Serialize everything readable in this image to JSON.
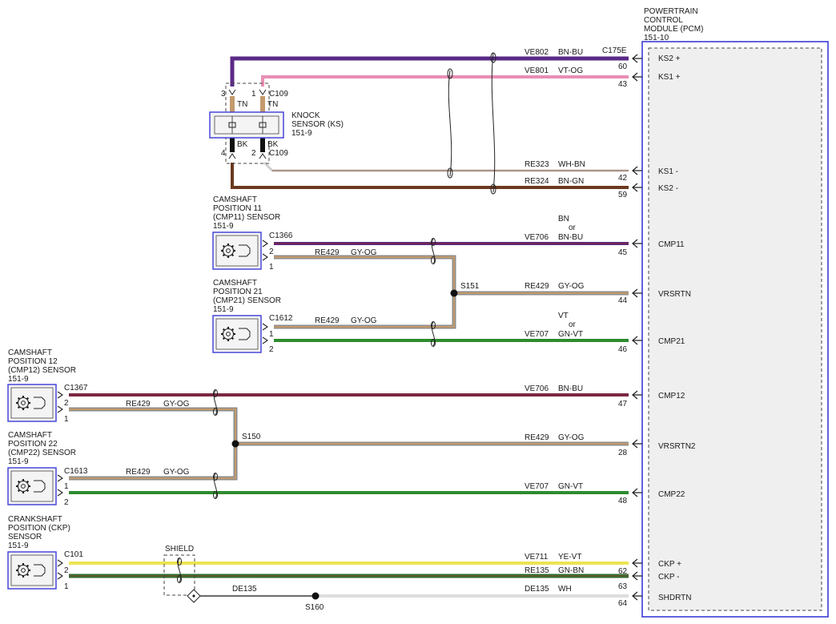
{
  "pcm": {
    "lines": [
      "POWERTRAIN",
      "CONTROL",
      "MODULE (PCM)",
      "151-10"
    ],
    "pins": [
      {
        "name": "KS2 +",
        "pin": "60"
      },
      {
        "name": "KS1 +",
        "pin": "43"
      },
      {
        "name": "KS1 -",
        "pin": "42"
      },
      {
        "name": "KS2 -",
        "pin": "59"
      },
      {
        "name": "CMP11",
        "pin": "45"
      },
      {
        "name": "VRSRTN",
        "pin": "44"
      },
      {
        "name": "CMP21",
        "pin": "46"
      },
      {
        "name": "CMP12",
        "pin": "47"
      },
      {
        "name": "VRSRTN2",
        "pin": "28"
      },
      {
        "name": "CMP22",
        "pin": "48"
      },
      {
        "name": "CKP +",
        "pin": "62"
      },
      {
        "name": "CKP -",
        "pin": "63"
      },
      {
        "name": "SHDRTN",
        "pin": "64"
      }
    ],
    "connector": "C175E"
  },
  "knock_sensor": {
    "lines": [
      "KNOCK",
      "SENSOR (KS)",
      "151-9"
    ],
    "connector": "C109",
    "connector2": "C109",
    "pins_top": [
      "3",
      "1"
    ],
    "pins_bottom": [
      "4",
      "2"
    ],
    "colors_top": [
      "TN",
      "TN"
    ],
    "colors_bottom": [
      "BK",
      "BK"
    ]
  },
  "sensors": [
    {
      "id": "cmp11",
      "lines": [
        "CAMSHAFT",
        "POSITION 11",
        "(CMP11) SENSOR",
        "151-9"
      ],
      "connector": "C1366",
      "pins": [
        "2",
        "1"
      ]
    },
    {
      "id": "cmp21",
      "lines": [
        "CAMSHAFT",
        "POSITION 21",
        "(CMP21) SENSOR",
        "151-9"
      ],
      "connector": "C1612",
      "pins": [
        "1",
        "2"
      ]
    },
    {
      "id": "cmp12",
      "lines": [
        "CAMSHAFT",
        "POSITION 12",
        "(CMP12) SENSOR",
        "151-9"
      ],
      "connector": "C1367",
      "pins": [
        "2",
        "1"
      ]
    },
    {
      "id": "cmp22",
      "lines": [
        "CAMSHAFT",
        "POSITION 22",
        "(CMP22) SENSOR",
        "151-9"
      ],
      "connector": "C1613",
      "pins": [
        "1",
        "2"
      ]
    },
    {
      "id": "ckp",
      "lines": [
        "CRANKSHAFT",
        "POSITION (CKP)",
        "SENSOR",
        "151-9"
      ],
      "connector": "C101",
      "pins": [
        "2",
        "1"
      ]
    }
  ],
  "wires": {
    "ve802": [
      "VE802",
      "BN-BU"
    ],
    "ve801": [
      "VE801",
      "VT-OG"
    ],
    "re323": [
      "RE323",
      "WH-BN"
    ],
    "re324": [
      "RE324",
      "BN-GN"
    ],
    "ve706a": [
      "VE706",
      "BN-BU"
    ],
    "ve706a_alt": [
      "BN",
      "or"
    ],
    "re429_cmp11": [
      "RE429",
      "GY-OG"
    ],
    "re429_s151": [
      "RE429",
      "GY-OG"
    ],
    "re429_cmp21": [
      "RE429",
      "GY-OG"
    ],
    "ve707a": [
      "VE707",
      "GN-VT"
    ],
    "ve707a_alt": [
      "VT",
      "or"
    ],
    "ve706b": [
      "VE706",
      "BN-BU"
    ],
    "re429_cmp12": [
      "RE429",
      "GY-OG"
    ],
    "re429_s150": [
      "RE429",
      "GY-OG"
    ],
    "re429_cmp22": [
      "RE429",
      "GY-OG"
    ],
    "ve707b": [
      "VE707",
      "GN-VT"
    ],
    "ve711": [
      "VE711",
      "YE-VT"
    ],
    "re135": [
      "RE135",
      "GN-BN"
    ],
    "de135": [
      "DE135",
      "WH"
    ],
    "de135_left": "DE135"
  },
  "splices": [
    "S151",
    "S150",
    "S160"
  ],
  "shield_label": "SHIELD",
  "colors": {
    "module_border": "#3b3bd6",
    "purple": "#5a2a86",
    "pink": "#e88fb4",
    "tan": "#c49a6c",
    "gray": "#8c8c8c",
    "brown": "#6b3a1e",
    "dark_red": "#7b2840",
    "green": "#2e8b2e",
    "yellow": "#ece452",
    "black": "#111111",
    "white_wire": "#e4e4e4"
  }
}
